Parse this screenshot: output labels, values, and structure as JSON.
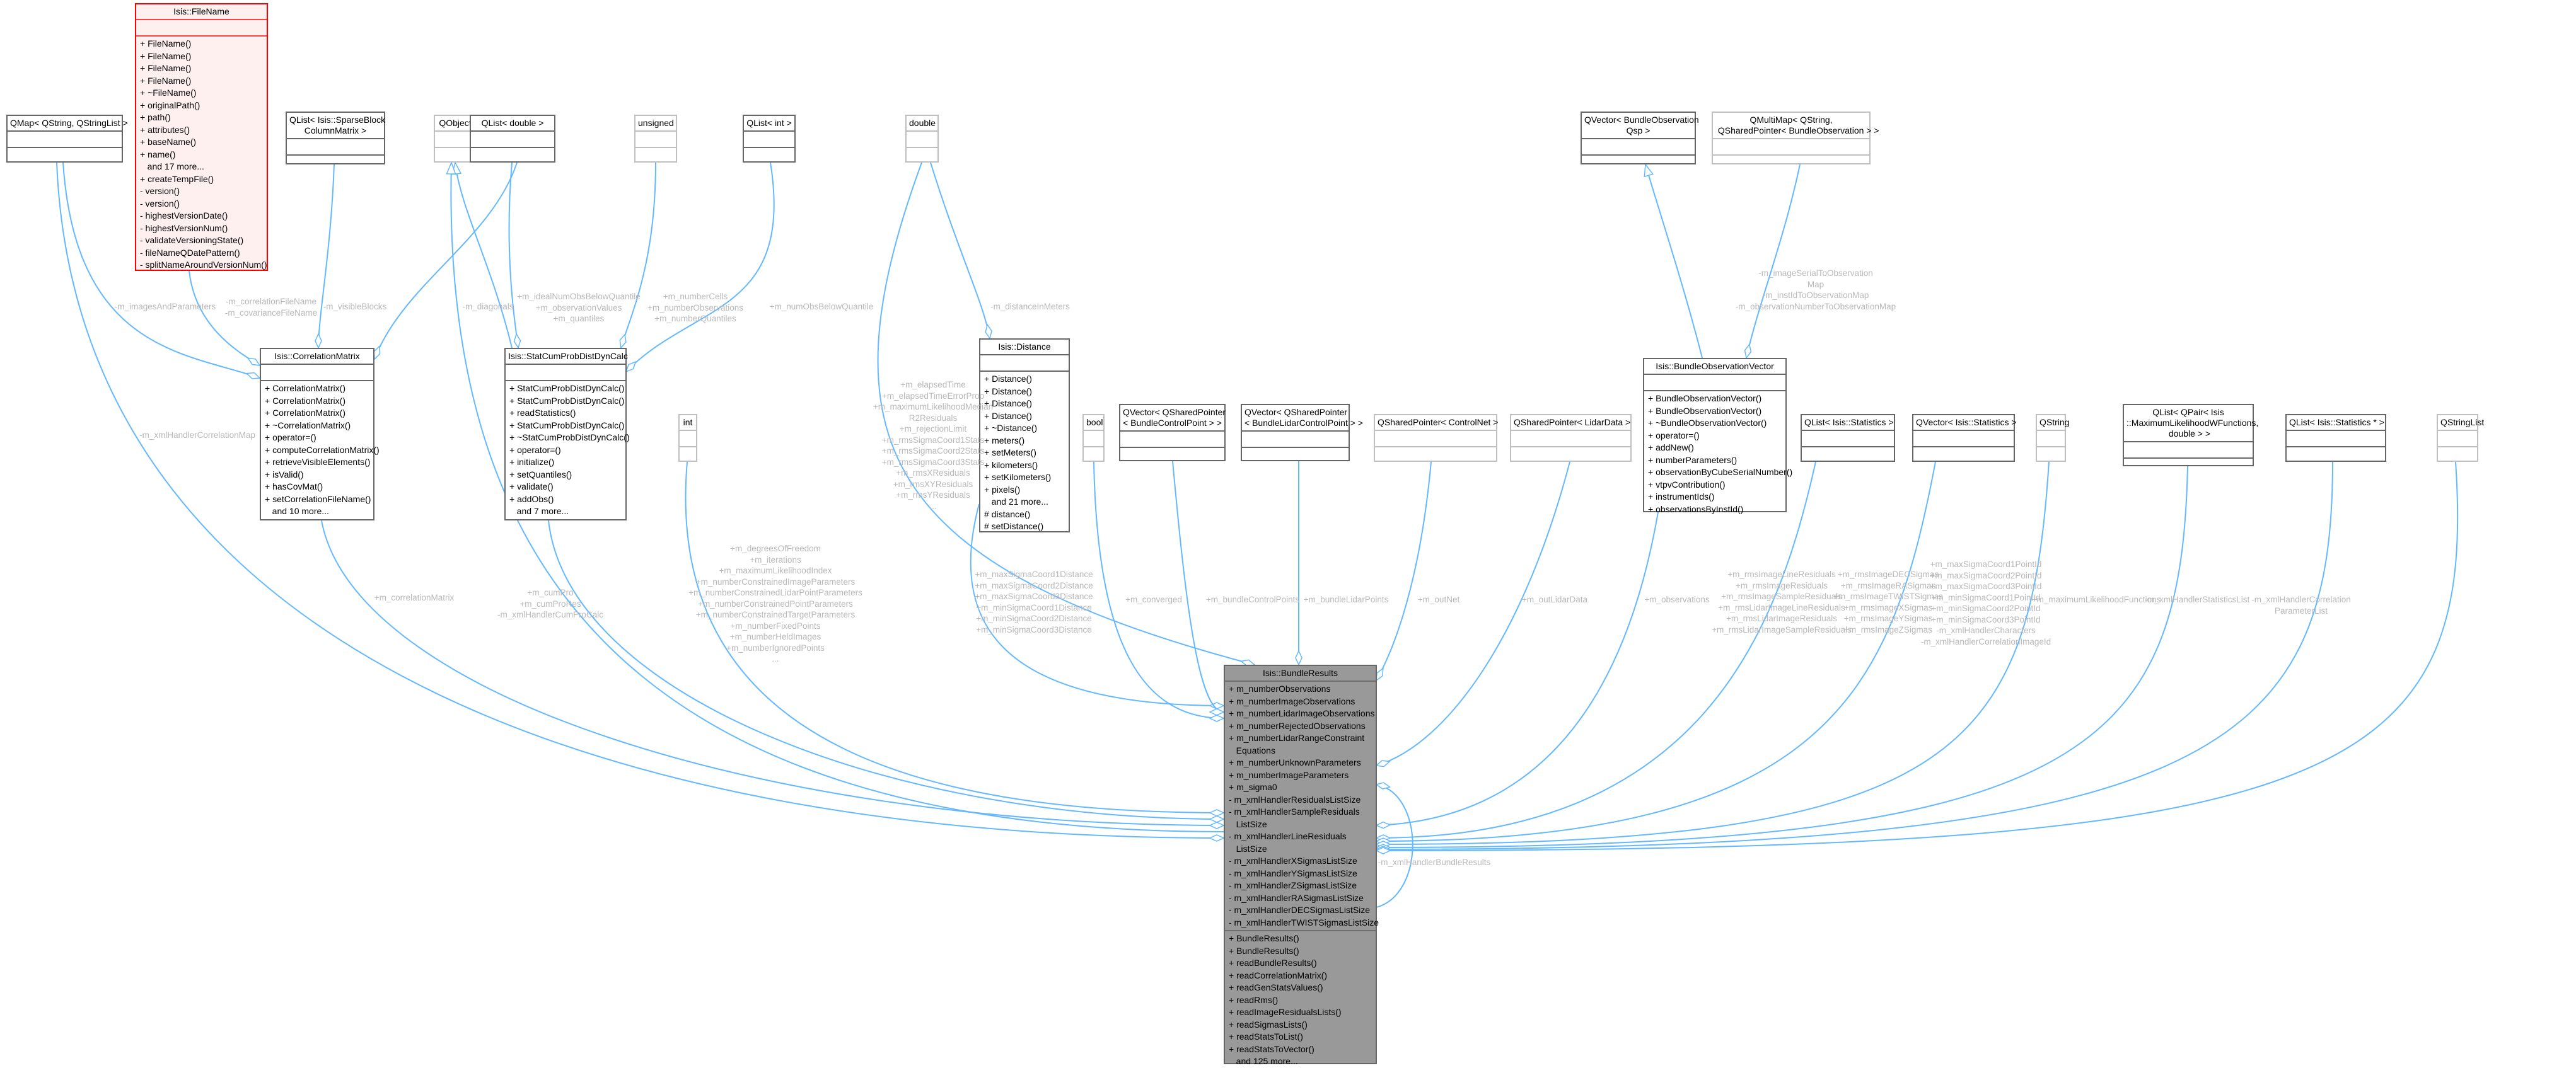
{
  "colors": {
    "edge": "#63b8ff",
    "label": "#b8b8b8",
    "main_fill": "#999999",
    "highlight_border": "#ff0000",
    "highlight_fill": "#fff0f0"
  },
  "boxes": {
    "qmap": {
      "title": "QMap< QString, QStringList >",
      "attributes": [],
      "methods": []
    },
    "filename": {
      "title": "Isis::FileName",
      "attributes": [],
      "methods": [
        "+ FileName()",
        "+ FileName()",
        "+ FileName()",
        "+ FileName()",
        "+ ~FileName()",
        "+ originalPath()",
        "+ path()",
        "+ attributes()",
        "+ baseName()",
        "+ name()",
        "   and 17 more...",
        "+ createTempFile()",
        "- version()",
        "- version()",
        "- highestVersionDate()",
        "- highestVersionNum()",
        "- validateVersioningState()",
        "- fileNameQDatePattern()",
        "- splitNameAroundVersionNum()"
      ]
    },
    "qlist_sparse": {
      "title": "QList< Isis::SparseBlock\nColumnMatrix >",
      "attributes": [],
      "methods": []
    },
    "qobject": {
      "title": "QObject",
      "attributes": [],
      "methods": []
    },
    "qlist_double": {
      "title": "QList< double >",
      "attributes": [],
      "methods": []
    },
    "unsigned": {
      "title": "unsigned",
      "attributes": [],
      "methods": []
    },
    "qlist_int": {
      "title": "QList< int >",
      "attributes": [],
      "methods": []
    },
    "double": {
      "title": "double",
      "attributes": [],
      "methods": []
    },
    "correlation_matrix": {
      "title": "Isis::CorrelationMatrix",
      "attributes": [],
      "methods": [
        "+ CorrelationMatrix()",
        "+ CorrelationMatrix()",
        "+ CorrelationMatrix()",
        "+ ~CorrelationMatrix()",
        "+ operator=()",
        "+ computeCorrelationMatrix()",
        "+ retrieveVisibleElements()",
        "+ isValid()",
        "+ hasCovMat()",
        "+ setCorrelationFileName()",
        "   and 10 more..."
      ]
    },
    "statcum": {
      "title": "Isis::StatCumProbDistDynCalc",
      "attributes": [],
      "methods": [
        "+ StatCumProbDistDynCalc()",
        "+ StatCumProbDistDynCalc()",
        "+ readStatistics()",
        "+ StatCumProbDistDynCalc()",
        "+ ~StatCumProbDistDynCalc()",
        "+ operator=()",
        "+ initialize()",
        "+ setQuantiles()",
        "+ validate()",
        "+ addObs()",
        "   and 7 more..."
      ]
    },
    "int": {
      "title": "int",
      "attributes": [],
      "methods": []
    },
    "distance": {
      "title": "Isis::Distance",
      "attributes": [],
      "methods": [
        "+ Distance()",
        "+ Distance()",
        "+ Distance()",
        "+ Distance()",
        "+ ~Distance()",
        "+ meters()",
        "+ setMeters()",
        "+ kilometers()",
        "+ setKilometers()",
        "+ pixels()",
        "   and 21 more...",
        "# distance()",
        "# setDistance()"
      ]
    },
    "bool": {
      "title": "bool",
      "attributes": [],
      "methods": []
    },
    "qvec_bcp": {
      "title": "QVector< QSharedPointer\n< BundleControlPoint > >",
      "attributes": [],
      "methods": []
    },
    "qvec_blcp": {
      "title": "QVector< QSharedPointer\n< BundleLidarControlPoint > >",
      "attributes": [],
      "methods": []
    },
    "sp_controlnet": {
      "title": "QSharedPointer< ControlNet >",
      "attributes": [],
      "methods": []
    },
    "sp_lidardata": {
      "title": "QSharedPointer< LidarData >",
      "attributes": [],
      "methods": []
    },
    "qvec_boqsp": {
      "title": "QVector< BundleObservation\nQsp >",
      "attributes": [],
      "methods": []
    },
    "qmultimap": {
      "title": "QMultiMap< QString,\n QSharedPointer< BundleObservation > >",
      "attributes": [],
      "methods": []
    },
    "bov": {
      "title": "Isis::BundleObservationVector",
      "attributes": [],
      "methods": [
        "+ BundleObservationVector()",
        "+ BundleObservationVector()",
        "+ ~BundleObservationVector()",
        "+ operator=()",
        "+ addNew()",
        "+ numberParameters()",
        "+ observationByCubeSerialNumber()",
        "+ vtpvContribution()",
        "+ instrumentIds()",
        "+ observationsByInstId()"
      ]
    },
    "qlist_stat": {
      "title": "QList< Isis::Statistics >",
      "attributes": [],
      "methods": []
    },
    "qvec_stat": {
      "title": "QVector< Isis::Statistics >",
      "attributes": [],
      "methods": []
    },
    "qstring": {
      "title": "QString",
      "attributes": [],
      "methods": []
    },
    "qlist_qpair": {
      "title": "QList< QPair< Isis\n::MaximumLikelihoodWFunctions,\n double > >",
      "attributes": [],
      "methods": []
    },
    "qlist_statptr": {
      "title": "QList< Isis::Statistics * >",
      "attributes": [],
      "methods": []
    },
    "qstringlist": {
      "title": "QStringList",
      "attributes": [],
      "methods": []
    },
    "bundle_results": {
      "title": "Isis::BundleResults",
      "attributes": [
        "+ m_numberObservations",
        "+ m_numberImageObservations",
        "+ m_numberLidarImageObservations",
        "+ m_numberRejectedObservations",
        "+ m_numberLidarRangeConstraint\n   Equations",
        "+ m_numberUnknownParameters",
        "+ m_numberImageParameters",
        "+ m_sigma0",
        "- m_xmlHandlerResidualsListSize",
        "- m_xmlHandlerSampleResiduals\n   ListSize",
        "- m_xmlHandlerLineResiduals\n   ListSize",
        "- m_xmlHandlerXSigmasListSize",
        "- m_xmlHandlerYSigmasListSize",
        "- m_xmlHandlerZSigmasListSize",
        "- m_xmlHandlerRASigmasListSize",
        "- m_xmlHandlerDECSigmasListSize",
        "- m_xmlHandlerTWISTSigmasListSize"
      ],
      "methods": [
        "+ BundleResults()",
        "+ BundleResults()",
        "+ readBundleResults()",
        "+ readCorrelationMatrix()",
        "+ readGenStatsValues()",
        "+ readRms()",
        "+ readImageResidualsLists()",
        "+ readSigmasLists()",
        "+ readStatsToList()",
        "+ readStatsToVector()",
        "   and 125 more..."
      ]
    }
  },
  "edge_labels": {
    "images_and_parameters": "-m_imagesAndParameters",
    "correlation_file_name": "-m_correlationFileName\n-m_covarianceFileName",
    "visible_blocks": "-m_visibleBlocks",
    "diagonals": "-m_diagonals",
    "ideal_num_obs": "+m_idealNumObsBelowQuantile\n+m_observationValues\n+m_quantiles",
    "number_cells": "+m_numberCells\n+m_numberObservations\n+m_numberQuantiles",
    "num_obs_below": "+m_numObsBelowQuantile",
    "distance_in_meters": "-m_distanceInMeters",
    "double_members": "+m_elapsedTime\n+m_elapsedTimeErrorProp\n+m_maximumLikelihoodMedian\nR2Residuals\n+m_rejectionLimit\n+m_rmsSigmaCoord1Stats\n+m_rmsSigmaCoord2Stats\n+m_rmsSigmaCoord3Stats\n+m_rmsXResiduals\n+m_rmsXYResiduals\n+m_rmsYResiduals\n...",
    "xml_handler_correlation_map": "-m_xmlHandlerCorrelationMap",
    "correlation_matrix": "+m_correlationMatrix",
    "cum_pro": "+m_cumPro\n+m_cumProRes\n-m_xmlHandlerCumProCalc",
    "int_members": "+m_degreesOfFreedom\n+m_iterations\n+m_maximumLikelihoodIndex\n+m_numberConstrainedImageParameters\n+m_numberConstrainedLidarPointParameters\n+m_numberConstrainedPointParameters\n+m_numberConstrainedTargetParameters\n+m_numberFixedPoints\n+m_numberHeldImages\n+m_numberIgnoredPoints\n...",
    "distance_members": "+m_maxSigmaCoord1Distance\n+m_maxSigmaCoord2Distance\n+m_maxSigmaCoord3Distance\n+m_minSigmaCoord1Distance\n+m_minSigmaCoord2Distance\n+m_minSigmaCoord3Distance",
    "converged": "+m_converged",
    "bundle_control_points": "+m_bundleControlPoints",
    "bundle_lidar_points": "+m_bundleLidarPoints",
    "out_net": "+m_outNet",
    "out_lidar_data": "+m_outLidarData",
    "observations": "+m_observations",
    "rms_residuals": "+m_rmsImageLineResiduals\n+m_rmsImageResiduals\n+m_rmsImageSampleResiduals\n+m_rmsLidarImageLineResiduals\n+m_rmsLidarImageResiduals\n+m_rmsLidarImageSampleResiduals",
    "rms_sigmas": "+m_rmsImageDECSigmas\n+m_rmsImageRASigmas\n+m_rmsImageTWISTSigmas\n+m_rmsImageXSigmas\n+m_rmsImageYSigmas\n+m_rmsImageZSigmas",
    "string_members": "+m_maxSigmaCoord1PointId\n+m_maxSigmaCoord2PointId\n+m_maxSigmaCoord3PointId\n+m_minSigmaCoord1PointId\n+m_minSigmaCoord2PointId\n+m_minSigmaCoord3PointId\n-m_xmlHandlerCharacters\n-m_xmlHandlerCorrelationImageId",
    "max_likelihood": "+m_maximumLikelihoodFunctions",
    "statistics_list": "-m_xmlHandlerStatisticsList",
    "correlation_param_list": "-m_xmlHandlerCorrelation\nParameterList",
    "observation_maps": "-m_imageSerialToObservation\nMap\n-m_instIdToObservationMap\n-m_observationNumberToObservationMap",
    "bundle_results_self": "-m_xmlHandlerBundleResults"
  }
}
